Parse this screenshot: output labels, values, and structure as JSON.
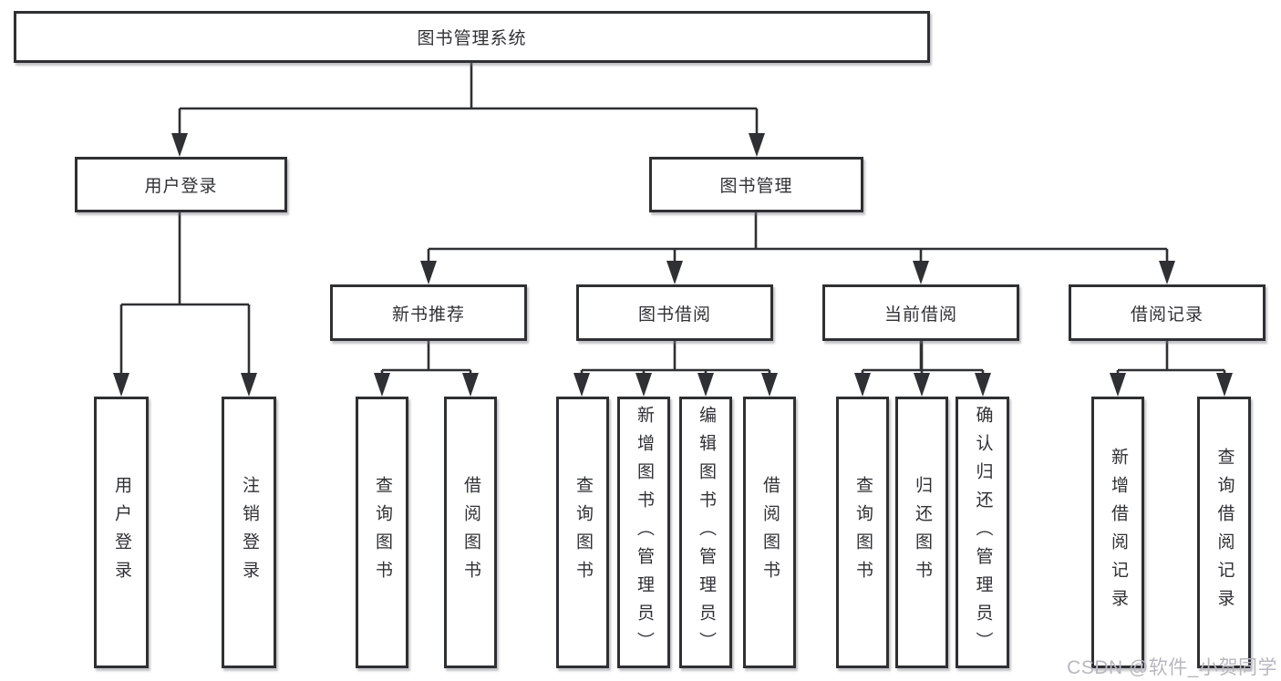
{
  "root": {
    "label": "图书管理系统"
  },
  "level2": {
    "user": {
      "label": "用户登录"
    },
    "book": {
      "label": "图书管理"
    }
  },
  "level3": {
    "recommend": {
      "label": "新书推荐"
    },
    "borrow": {
      "label": "图书借阅"
    },
    "current": {
      "label": "当前借阅"
    },
    "records": {
      "label": "借阅记录"
    }
  },
  "leaves": {
    "user": [
      "用户登录",
      "注销登录"
    ],
    "recommend": [
      "查询图书",
      "借阅图书"
    ],
    "borrow": [
      "查询图书",
      "新增图书（管理员）",
      "编辑图书（管理员）",
      "借阅图书"
    ],
    "current": [
      "查询图书",
      "归还图书",
      "确认归还（管理员）"
    ],
    "records": [
      "新增借阅记录",
      "查询借阅记录"
    ]
  },
  "watermark": {
    "text": "CSDN @软件_小贺同学",
    "color": "#b7b7c0"
  },
  "colors": {
    "line": "#2e3033",
    "text": "#2f3135",
    "background": "#ffffff"
  }
}
